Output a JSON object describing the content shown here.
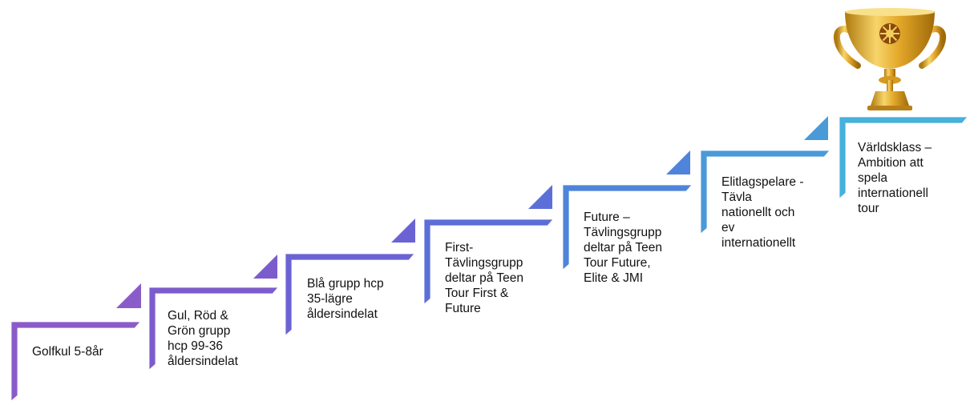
{
  "steps": [
    {
      "label": "Golfkul    5-8år",
      "color": "#8a5cc9"
    },
    {
      "label": "Gul, Röd &\nGrön grupp\nhcp 99-36\nåldersindelat",
      "color": "#7c5ccd"
    },
    {
      "label": "Blå grupp  hcp\n35-lägre\nåldersindelat",
      "color": "#6b63d3"
    },
    {
      "label": "First-\nTävlingsgrupp\ndeltar på Teen\nTour First &\nFuture",
      "color": "#5c6fd8"
    },
    {
      "label": "Future –\nTävlingsgrupp\ndeltar på Teen\nTour Future,\nElite & JMI",
      "color": "#4f84db"
    },
    {
      "label": "Elitlagspelare -\nTävla\nnationellt och\nev\ninternationellt",
      "color": "#4a9ad8"
    },
    {
      "label": "Världsklass –\nAmbition att\nspela\ninternationell\ntour",
      "color": "#47b0db"
    }
  ],
  "trophy": {
    "icon": "trophy-icon",
    "color": "#e3a82a"
  }
}
